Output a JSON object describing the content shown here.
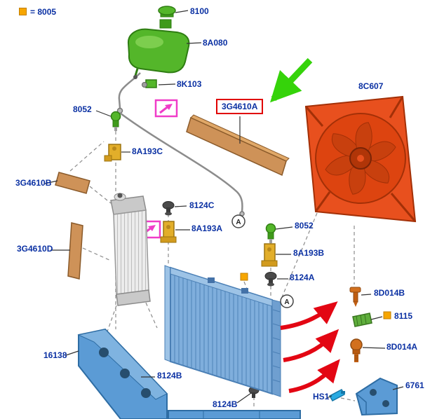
{
  "legend": {
    "text": "= 8005"
  },
  "callout": "A",
  "parts": {
    "cap": {
      "label": "8100"
    },
    "tank": {
      "label": "8A080"
    },
    "clip_8k103": {
      "label": "8K103"
    },
    "sensor_left": {
      "label": "8052"
    },
    "seal_a": {
      "label": "3G4610A"
    },
    "shroud": {
      "label": "8C607"
    },
    "bracket_c": {
      "label": "8A193C"
    },
    "seal_b": {
      "label": "3G4610B"
    },
    "pin_c": {
      "label": "8124C"
    },
    "bracket_a": {
      "label": "8A193A"
    },
    "seal_d": {
      "label": "3G4610D"
    },
    "sensor_right": {
      "label": "8052"
    },
    "bracket_b": {
      "label": "8A193B"
    },
    "pin_a": {
      "label": "8124A"
    },
    "pin_8d014b": {
      "label": "8D014B"
    },
    "valve_8115": {
      "label": "8115"
    },
    "sensor_8d014a": {
      "label": "8D014A"
    },
    "crossmember": {
      "label": "16138"
    },
    "pin_b": {
      "label": "8124B"
    },
    "pin_b_bottom": {
      "label": "8124B"
    },
    "clip_hs1": {
      "label": "HS1"
    },
    "bracket_6761": {
      "label": "6761"
    }
  },
  "colors": {
    "label_text": "#0B31A3",
    "highlight_box": "#E00000",
    "green_part": "#54B62A",
    "orange_part": "#E8501E",
    "seal_brown": "#CE9258",
    "bracket_yellow": "#E2AE2A",
    "radiator_blue": "#7FAEDC",
    "structure_blue": "#5B9BD5",
    "annotation_green": "#35D30A",
    "annotation_red": "#E30613",
    "annotation_magenta": "#F03CC8",
    "legend_orange": "#F7A600",
    "pin_gray": "#4A4A4A"
  }
}
